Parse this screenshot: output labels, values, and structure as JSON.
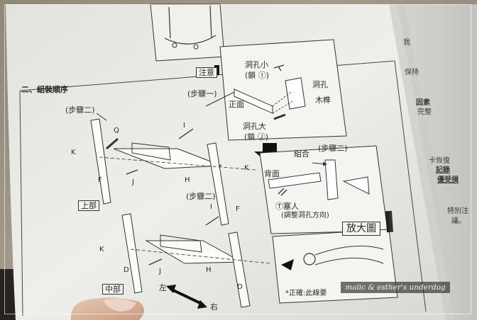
{
  "sheet": {
    "section_title": "二、組裝順序",
    "notice_label": "注意",
    "steps": {
      "step1": "(步驟一)",
      "step2_top": "(步驟二)",
      "step2_center": "(步驟二)",
      "step2_right": "(步驟二)"
    },
    "notice_panel": {
      "small_hole": "洞孔小",
      "lock_i": "(鎖 Ⓘ)",
      "front_face": "正面",
      "hole": "洞孔",
      "wood_dowel": "木榫",
      "big_hole": "洞孔大",
      "lock_j": "(鎖 Ⓙ)"
    },
    "assembly_panel": {
      "assemble": "組合",
      "back_face": "背面",
      "plug": "Ⓣ塞人",
      "adjust_hole": "(調整洞孔方向)"
    },
    "zoom_label": "放大圖",
    "correct_note": "*正確:此線要",
    "sections": {
      "upper": "上部",
      "middle": "中部"
    },
    "direction": {
      "left": "左",
      "right": "右"
    },
    "part_letters": {
      "q": "Q",
      "k1": "K",
      "f1": "F",
      "j1": "J",
      "i1": "I",
      "h1": "H",
      "k2": "K",
      "f2": "F",
      "k3": "K",
      "d1": "D",
      "j2": "J",
      "i2": "I",
      "h2": "H",
      "d2": "D"
    },
    "right_edge": {
      "t1": "我",
      "t2": "保持",
      "t3": "因素",
      "t4": "完整",
      "t5": "卡恢復",
      "t6": "記錄",
      "t7": "優受損",
      "t8": "特別注",
      "t9": "議。"
    }
  },
  "watermark": "malic & esther's underdog"
}
